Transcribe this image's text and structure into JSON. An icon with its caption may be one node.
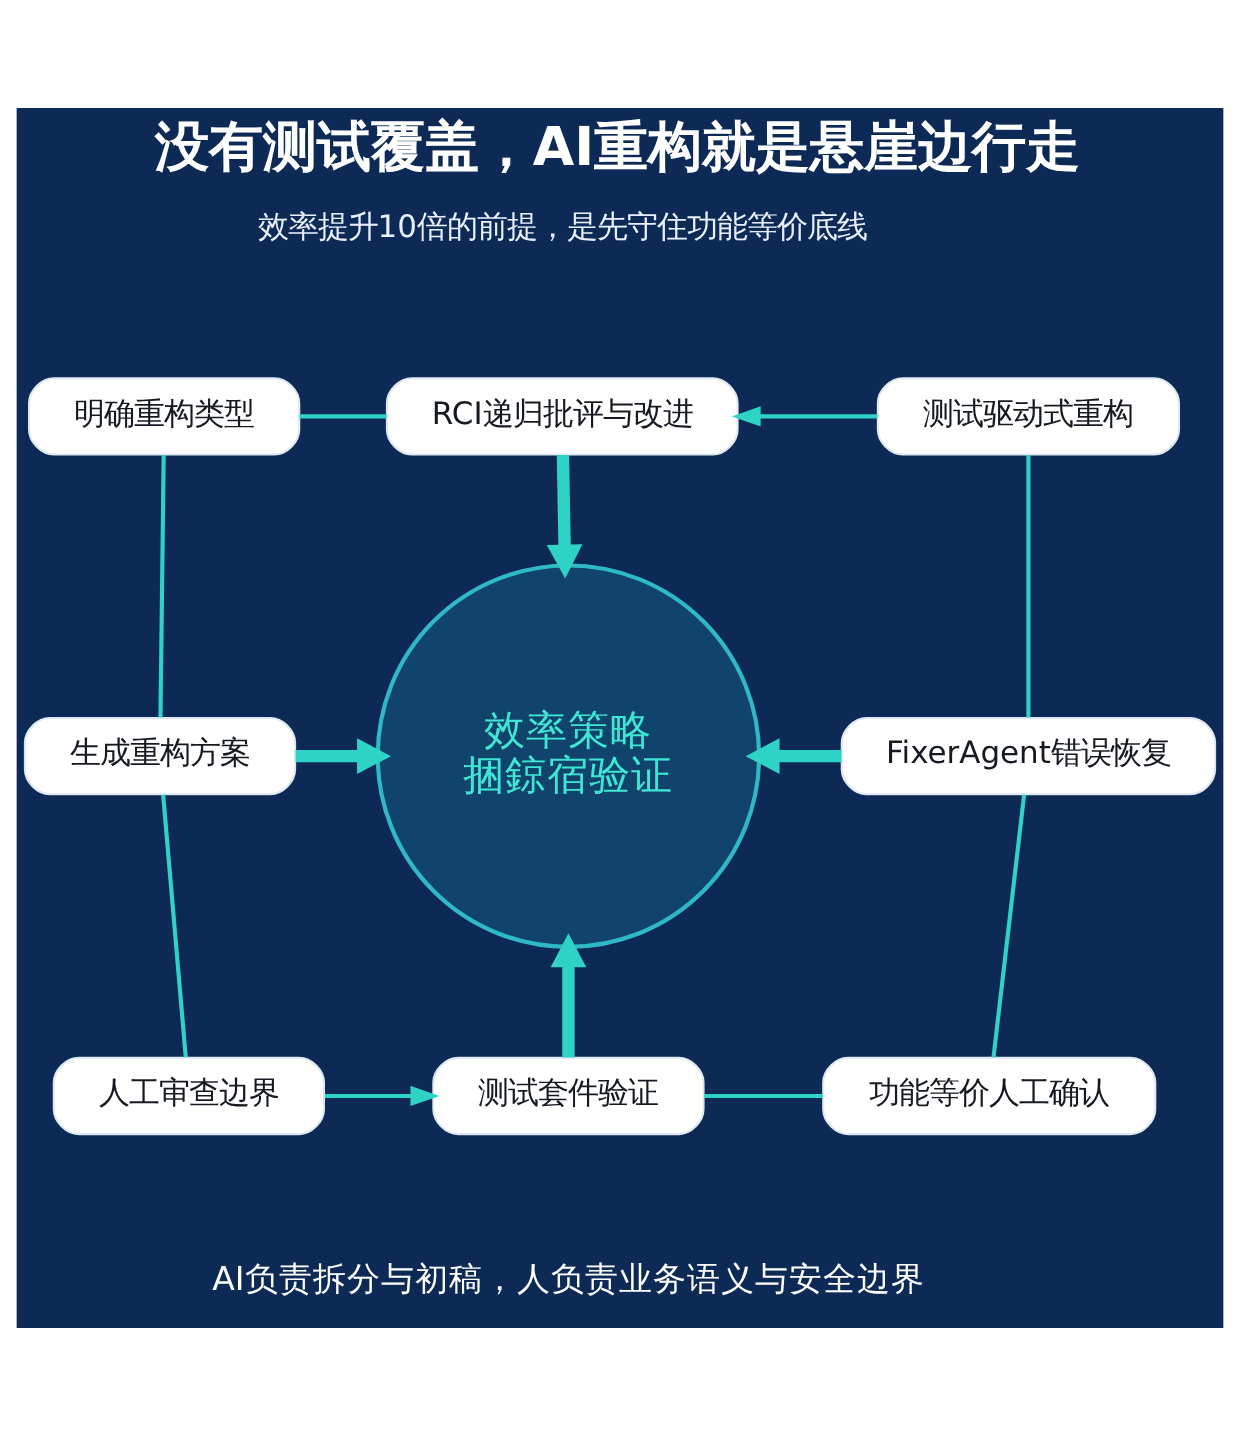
{
  "diagram": {
    "title": "没有测试覆盖，AI重构就是悬崖边行走",
    "nodes": [
      {
        "text": [
          "RCI递归批评与改进"
        ]
      },
      {
        "text": [
          "明确重构类型"
        ]
      },
      {
        "text": [
          "测试驱动式重构"
        ]
      },
      {
        "text": [
          "生成重构方案"
        ]
      },
      {
        "text": [
          "效率策略",
          "捆鍄宿验证"
        ]
      },
      {
        "text": [
          "FixerAgent错误恢复"
        ]
      },
      {
        "text": [
          "人工审查边界"
        ]
      },
      {
        "text": [
          "功能等价人工确认"
        ]
      },
      {
        "text": [
          "测试套件验证"
        ]
      }
    ],
    "edges": [
      {
        "from": 0,
        "to": 4,
        "arrow": "to",
        "style": "thick"
      },
      {
        "from": 3,
        "to": 4,
        "arrow": "to",
        "style": "thick"
      },
      {
        "from": 5,
        "to": 4,
        "arrow": "to",
        "style": "thick"
      },
      {
        "from": 8,
        "to": 4,
        "arrow": "to",
        "style": "thick"
      },
      {
        "from": 2,
        "to": 0,
        "arrow": "to"
      },
      {
        "from": 6,
        "to": 8,
        "arrow": "to"
      },
      {
        "from": 1,
        "to": 0,
        "arrow": "none"
      },
      {
        "from": 1,
        "to": 3,
        "arrow": "none"
      },
      {
        "from": 3,
        "to": 6,
        "arrow": "none"
      },
      {
        "from": 2,
        "to": 5,
        "arrow": "none"
      },
      {
        "from": 5,
        "to": 7,
        "arrow": "none"
      },
      {
        "from": 8,
        "to": 7,
        "arrow": "none"
      }
    ],
    "labels": [
      "效率提升10倍的前提，是先守住功能等价底线",
      "AI负责拆分与初稿，人负责业务语义与安全边界"
    ]
  }
}
